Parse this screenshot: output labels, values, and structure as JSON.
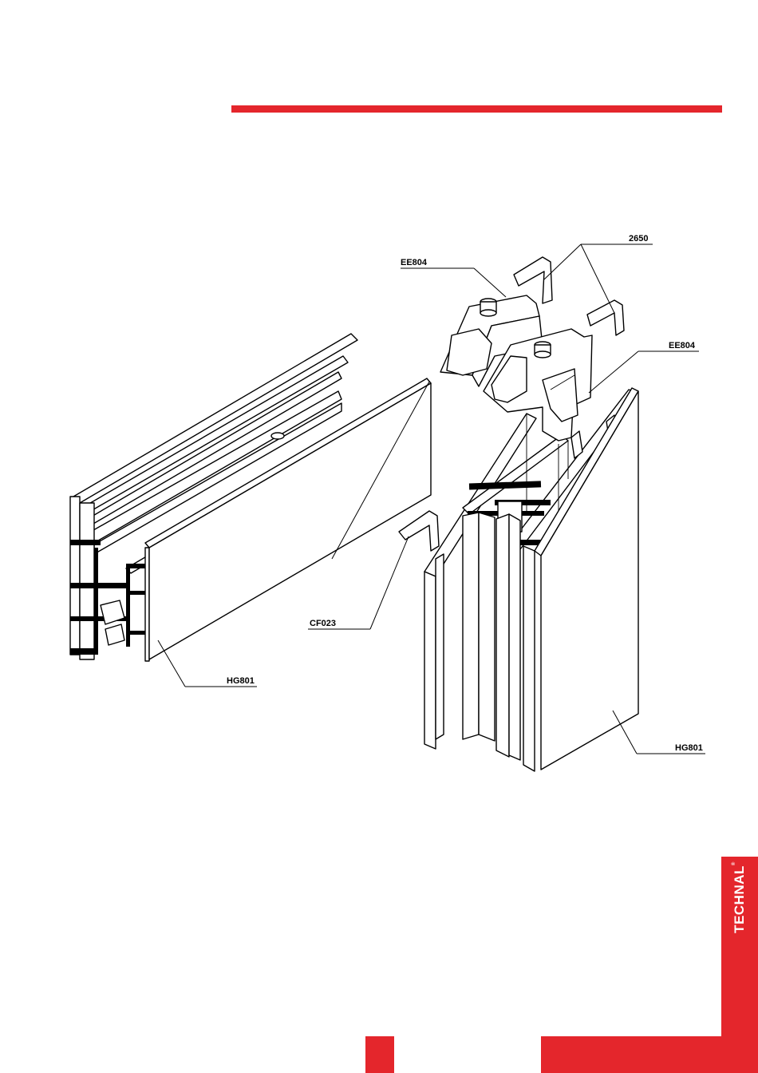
{
  "colors": {
    "accent": "#e4262c",
    "line": "#000000",
    "background": "#ffffff"
  },
  "brand": {
    "name": "TECHNAL",
    "mark": "®"
  },
  "labels": {
    "part_2650": "2650",
    "part_ee804_top": "EE804",
    "part_ee804_right": "EE804",
    "part_cf023": "CF023",
    "part_hg801_left": "HG801",
    "part_hg801_right": "HG801"
  }
}
